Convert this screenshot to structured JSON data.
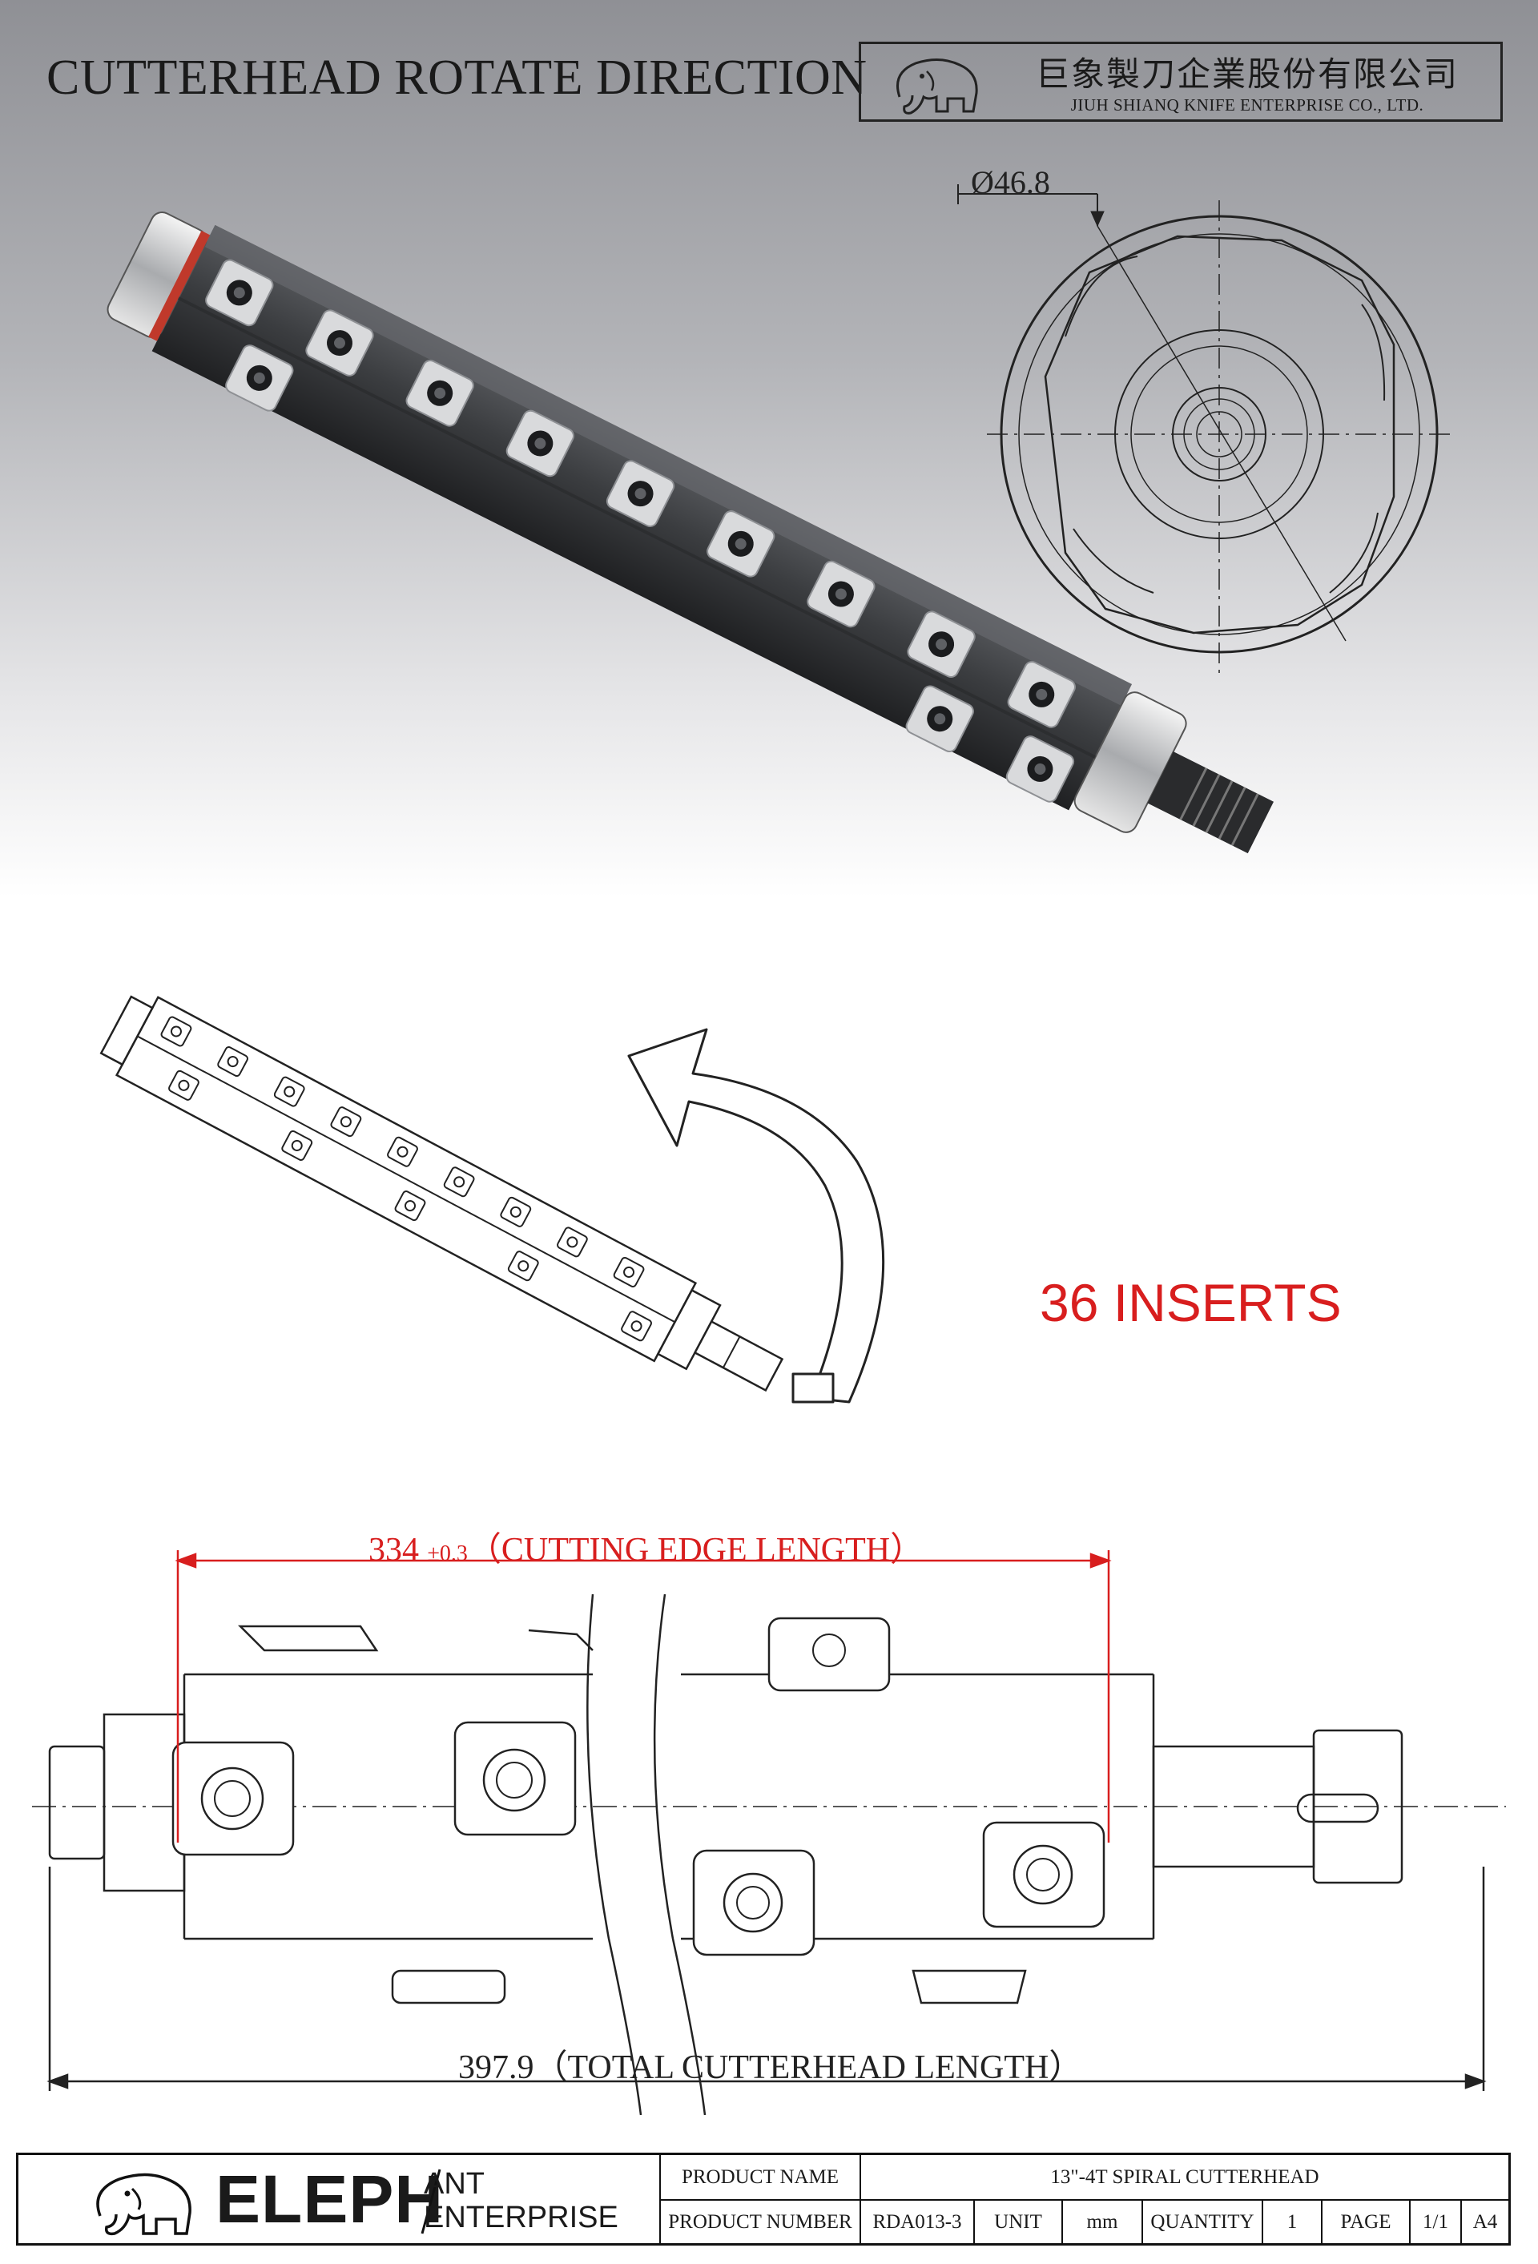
{
  "header": {
    "title": "CUTTERHEAD ROTATE DIRECTION",
    "company_cn": "巨象製刀企業股份有限公司",
    "company_en": "JIUH SHIANQ KNIFE ENTERPRISE CO., LTD."
  },
  "callouts": {
    "inserts": "36 INSERTS"
  },
  "dimensions": {
    "diameter": "Ø46.8",
    "cutting_value": "334",
    "cutting_tolerance": "±0.3",
    "cutting_desc": "（CUTTING EDGE LENGTH）",
    "total_value": "397.9",
    "total_desc": "（TOTAL CUTTERHEAD LENGTH）"
  },
  "title_block": {
    "brand_main": "ELEPH",
    "brand_sub_1": "ANT",
    "brand_sub_2": "ENTERPRISE",
    "product_name_label": "PRODUCT NAME",
    "product_name_value": "13\"-4T SPIRAL CUTTERHEAD",
    "product_number_label": "PRODUCT NUMBER",
    "product_number_value": "RDA013-3",
    "unit_label": "UNIT",
    "unit_value": "mm",
    "quantity_label": "QUANTITY",
    "quantity_value": "1",
    "page_label": "PAGE",
    "page_value": "1/1",
    "size_value": "A4"
  },
  "colors": {
    "accent_red": "#d81e1e",
    "line": "#222222",
    "body_dark": "#3b3d40"
  },
  "icons": [
    "elephant-logo-icon",
    "rotate-arrow-icon",
    "torx-screw-icon"
  ]
}
